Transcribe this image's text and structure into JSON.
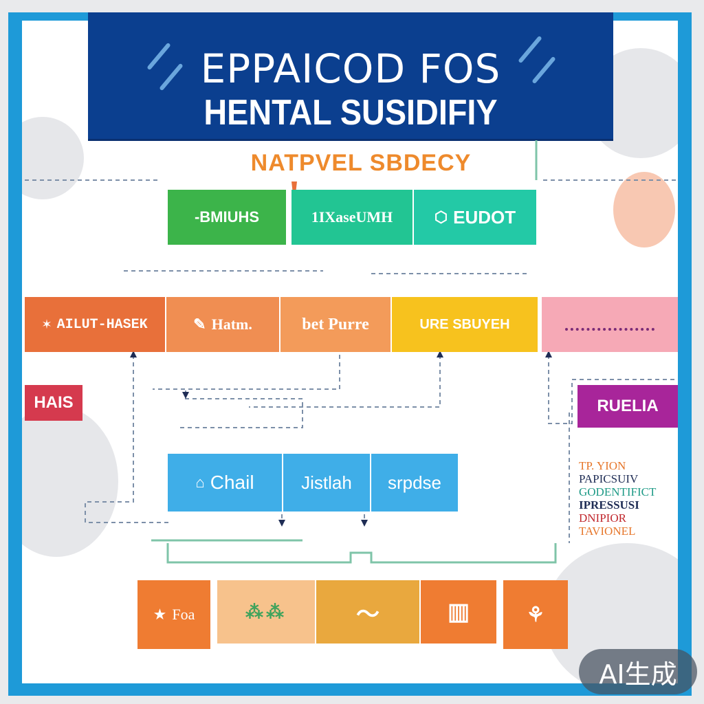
{
  "header": {
    "title_line1": "EPPAICOD FOS",
    "title_line2": "HENTAL SUSIDIFIY"
  },
  "subtitle": "NATPVEL SBDECY",
  "row1": [
    {
      "label": "-BMIUHS",
      "color": "#3cb44a"
    },
    {
      "label": "1IXaseUMH",
      "color": "#22c593"
    },
    {
      "label": "EUDOT",
      "color": "#23c9a6"
    }
  ],
  "row2": [
    {
      "label": "AILUT-HASEK",
      "color": "#e8703a"
    },
    {
      "label": "Hatm.",
      "color": "#f08e52"
    },
    {
      "label": "bet Purre",
      "color": "#f39b5a"
    },
    {
      "label": "URE SBUYEH",
      "color": "#f7c21e"
    },
    {
      "label": "",
      "color": "#f6a9b6"
    }
  ],
  "side_tags": {
    "left": "HAIS",
    "right": "RUELIA"
  },
  "row3": [
    {
      "label": "Chail",
      "color": "#3faee8"
    },
    {
      "label": "Jistlah",
      "color": "#3faee8"
    },
    {
      "label": "srpdse",
      "color": "#3faee8"
    }
  ],
  "row4": [
    {
      "label": "Foa",
      "color": "#ef7c32"
    },
    {
      "label": "",
      "color": "#f7c28c"
    },
    {
      "label": "",
      "color": "#e9a83e"
    },
    {
      "label": "",
      "color": "#ef7c32"
    },
    {
      "label": "",
      "color": "#ef7c32"
    }
  ],
  "notes": [
    {
      "text": "TP. YION",
      "color": "#e6762a"
    },
    {
      "text": "PAPICSUIV",
      "color": "#1f2d55"
    },
    {
      "text": "GODENTIFICT",
      "color": "#1e9a86"
    },
    {
      "text": "IPRESSUSI",
      "color": "#1f2d55"
    },
    {
      "text": "DNIPIOR",
      "color": "#c0272d"
    },
    {
      "text": "TAVIONEL",
      "color": "#e6762a"
    }
  ],
  "watermark": "AI生成"
}
